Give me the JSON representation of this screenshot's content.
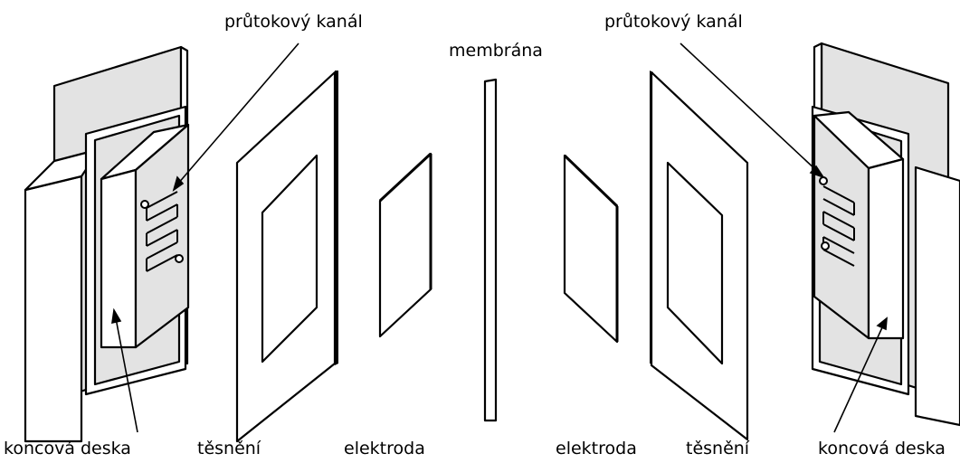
{
  "labels": {
    "flow_channel_left": "průtokový kanál",
    "flow_channel_right": "průtokový kanál",
    "membrane": "membrána",
    "end_plate_left": "koncová deska",
    "end_plate_right": "koncová deska",
    "gasket_left": "těsnění",
    "gasket_right": "těsnění",
    "electrode_left": "elektroda",
    "electrode_right": "elektroda"
  },
  "colors": {
    "line": "#000000",
    "face_white": "#ffffff",
    "face_grey": "#e3e3e3"
  }
}
